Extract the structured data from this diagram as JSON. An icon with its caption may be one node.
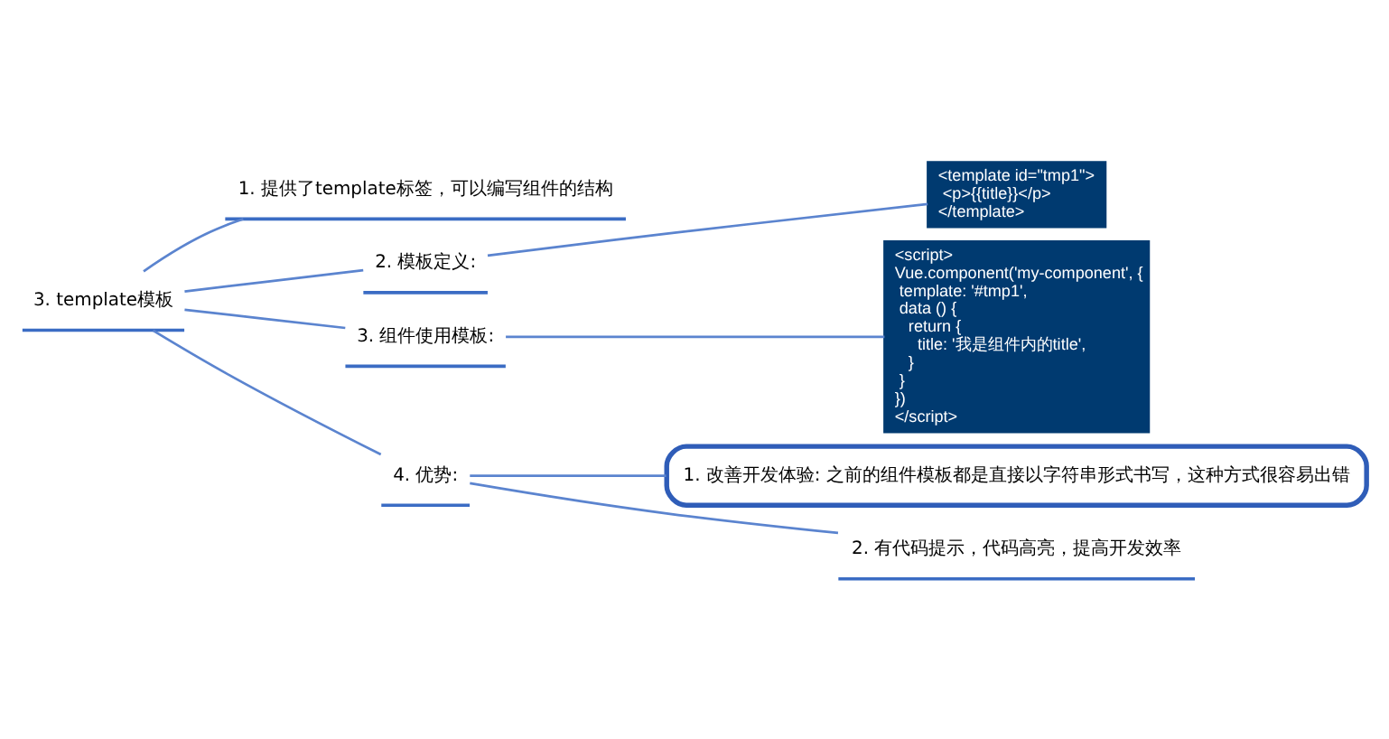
{
  "diagram": {
    "nodes": [
      {
        "text": [
          "3. template模板"
        ]
      },
      {
        "text": [
          "1. 提供了template标签，可以编写组件的结构"
        ]
      },
      {
        "text": [
          "2. 模板定义:"
        ]
      },
      {
        "text": [
          "<template id=\"tmp1\">",
          "  <p>{{title}}</p>",
          "</template>"
        ]
      },
      {
        "text": [
          "3. 组件使用模板:"
        ]
      },
      {
        "text": [
          "<script>",
          "Vue.component('my-component', {",
          "  template: '#tmp1',",
          "  data () {",
          "    return {",
          "      title: '我是组件内的title',",
          "    }",
          "  }",
          "})",
          "</script>"
        ]
      },
      {
        "text": [
          "4. 优势:"
        ]
      },
      {
        "text": [
          "1. 改善开发体验: 之前的组件模板都是直接以字符串形式书写，这种方式很容易出错"
        ]
      },
      {
        "text": [
          "2. 有代码提示，代码高亮，提高开发效率"
        ]
      }
    ],
    "edges": [
      {
        "from": 0,
        "to": 1,
        "arrow": "none"
      },
      {
        "from": 0,
        "to": 2,
        "arrow": "none"
      },
      {
        "from": 2,
        "to": 3,
        "arrow": "none"
      },
      {
        "from": 0,
        "to": 4,
        "arrow": "none"
      },
      {
        "from": 4,
        "to": 5,
        "arrow": "none"
      },
      {
        "from": 0,
        "to": 6,
        "arrow": "none"
      },
      {
        "from": 6,
        "to": 7,
        "arrow": "none"
      },
      {
        "from": 6,
        "to": 8,
        "arrow": "none"
      }
    ]
  }
}
